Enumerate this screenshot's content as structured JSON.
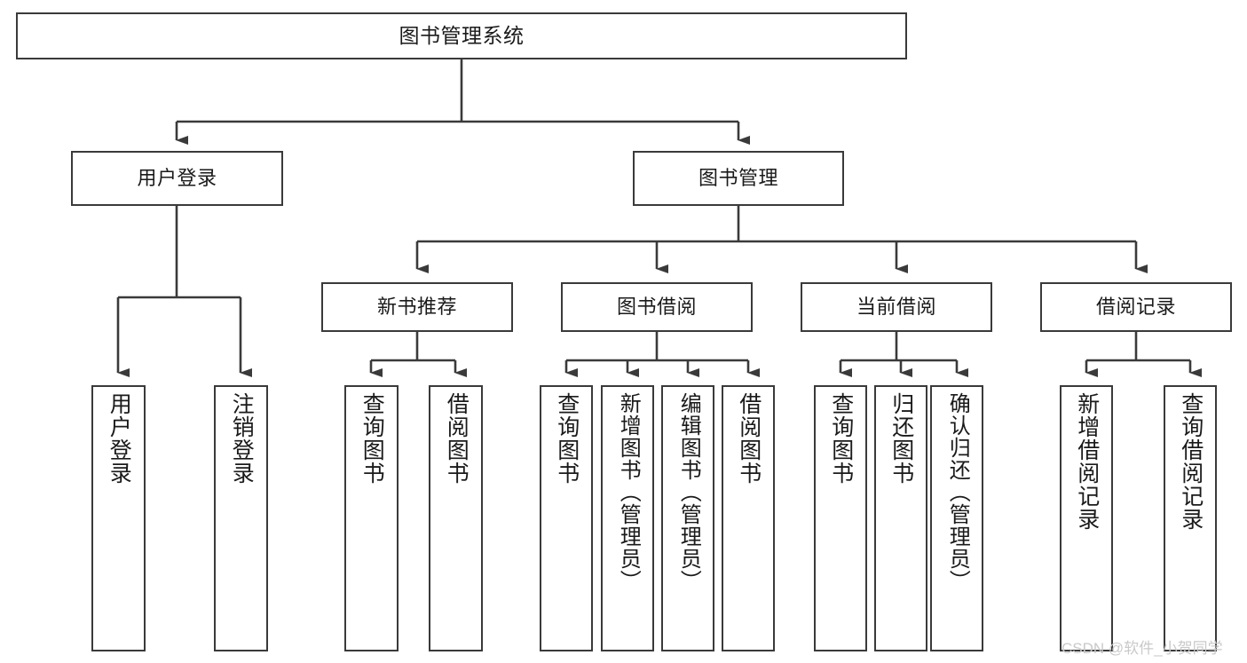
{
  "diagram": {
    "type": "tree",
    "title": "图书管理系统",
    "orientation": "top-down",
    "colors": {
      "box_border": "#3a3a3a",
      "box_fill": "#ffffff",
      "edge": "#3a3a3a",
      "text": "#1a1a1a",
      "watermark": "#c9c9c9",
      "background": "#ffffff"
    },
    "nodes": {
      "root": {
        "label": "图书管理系统"
      },
      "level2": [
        {
          "id": "user-login",
          "label": "用户登录"
        },
        {
          "id": "book-manage",
          "label": "图书管理"
        }
      ],
      "level3": [
        {
          "id": "new-book-rec",
          "label": "新书推荐"
        },
        {
          "id": "book-borrow",
          "label": "图书借阅"
        },
        {
          "id": "current-borrow",
          "label": "当前借阅"
        },
        {
          "id": "borrow-record",
          "label": "借阅记录"
        }
      ],
      "leaves": [
        {
          "id": "leaf-user-login",
          "label": "用户登录",
          "parent": "user-login"
        },
        {
          "id": "leaf-logout",
          "label": "注销登录",
          "parent": "user-login"
        },
        {
          "id": "leaf-query-book-1",
          "label": "查询图书",
          "parent": "new-book-rec"
        },
        {
          "id": "leaf-borrow-book-1",
          "label": "借阅图书",
          "parent": "new-book-rec"
        },
        {
          "id": "leaf-query-book-2",
          "label": "查询图书",
          "parent": "book-borrow"
        },
        {
          "id": "leaf-add-book",
          "label": "新增图书（管理员）",
          "parent": "book-borrow"
        },
        {
          "id": "leaf-edit-book",
          "label": "编辑图书（管理员）",
          "parent": "book-borrow"
        },
        {
          "id": "leaf-borrow-book-2",
          "label": "借阅图书",
          "parent": "book-borrow"
        },
        {
          "id": "leaf-query-book-3",
          "label": "查询图书",
          "parent": "current-borrow"
        },
        {
          "id": "leaf-return-book",
          "label": "归还图书",
          "parent": "current-borrow"
        },
        {
          "id": "leaf-confirm-return",
          "label": "确认归还（管理员）",
          "parent": "current-borrow"
        },
        {
          "id": "leaf-add-record",
          "label": "新增借阅记录",
          "parent": "borrow-record"
        },
        {
          "id": "leaf-query-record",
          "label": "查询借阅记录",
          "parent": "borrow-record"
        }
      ]
    },
    "watermark": "CSDN @软件_小贺同学"
  }
}
